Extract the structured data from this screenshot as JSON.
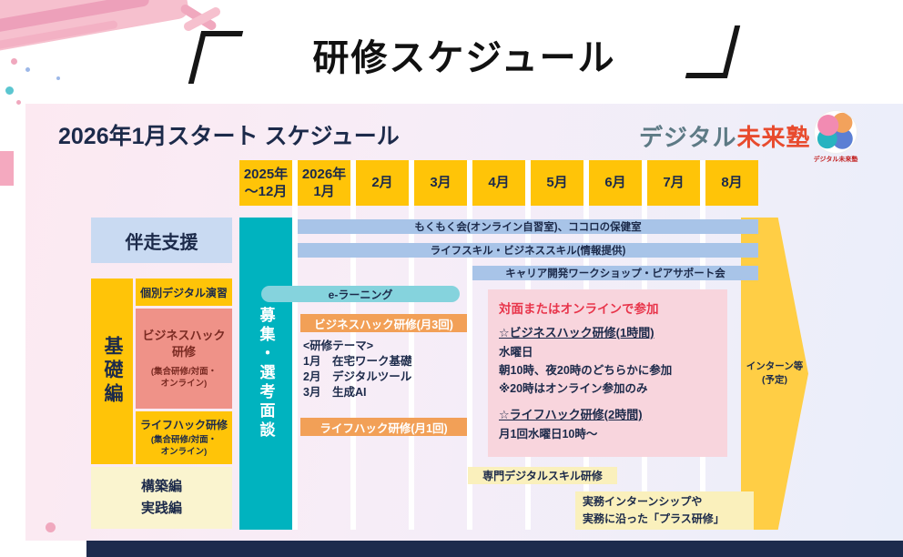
{
  "header": {
    "title": "研修スケジュール"
  },
  "main": {
    "subtitle": "2026年1月スタート スケジュール",
    "brand": {
      "first": "デジタル",
      "second": "未来塾"
    },
    "logo_caption": "デジタル未来塾"
  },
  "timeline": {
    "columns": [
      "2025年\n〜12月",
      "2026年\n1月",
      "2月",
      "3月",
      "4月",
      "5月",
      "6月",
      "7月",
      "8月"
    ]
  },
  "sidebar": {
    "support": "伴走支援",
    "basic": "基礎編",
    "individual": "個別デジタル演習",
    "bizhack_title": "ビジネスハック\n研修",
    "bizhack_sub": "(集合研修/対面・\nオンライン)",
    "lifehack_title": "ライフハック研修",
    "lifehack_sub": "(集合研修/対面・\nオンライン)",
    "build_practice": "構築編\n実践編"
  },
  "recruit": "募集・選考面談",
  "bars": {
    "mokumoku": "もくもく会(オンライン自習室)、ココロの保健室",
    "lifeskill": "ライフスキル・ビジネススキル(情報提供)",
    "career": "キャリア開発ワークショップ・ピアサポート会",
    "elearning": "e-ラーニング",
    "bizhack": "ビジネスハック研修(月3回)",
    "lifehack": "ライフハック研修(月1回)",
    "senmon": "専門デジタルスキル研修",
    "jitsumu": "実務インターンシップや\n実務に沿った「プラス研修」"
  },
  "theme": {
    "heading": "<研修テーマ>",
    "items": [
      "1月　在宅ワーク基礎",
      "2月　デジタルツール",
      "3月　生成AI"
    ]
  },
  "info": {
    "title": "対面またはオンラインで参加",
    "biz_heading": "☆ビジネスハック研修(1時間)",
    "biz_lines": [
      "水曜日",
      "朝10時、夜20時のどちらかに参加",
      "※20時はオンライン参加のみ"
    ],
    "life_heading": "☆ライフハック研修(2時間)",
    "life_line": "月1回水曜日10時〜"
  },
  "arrow": "インターン等\n(予定)",
  "colors": {
    "gold": "#FFC408",
    "teal": "#00B3BF",
    "light_blue": "#A8C4E8",
    "salmon": "#EF9288",
    "orange": "#F2A057",
    "pink_box": "#F8D5DD",
    "pale_yellow": "#FAF0BC",
    "navy": "#1D2B4D",
    "red": "#E8344A"
  }
}
